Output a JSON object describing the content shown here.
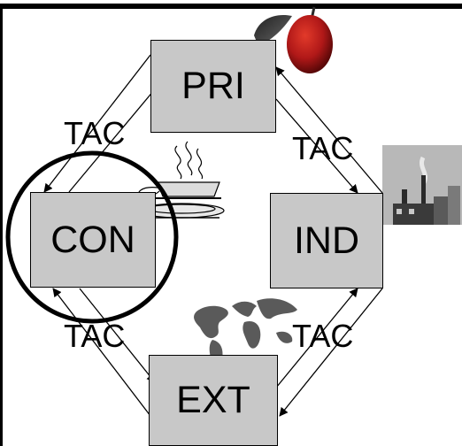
{
  "nodes": {
    "pri": "PRI",
    "con": "CON",
    "ind": "IND",
    "ext": "EXT"
  },
  "edge_labels": {
    "top_left": "TAC",
    "top_right": "TAC",
    "bottom_left": "TAC",
    "bottom_right": "TAC"
  },
  "icons": [
    "apple-icon",
    "coffee-cup-icon",
    "factory-icon",
    "world-map-icon"
  ],
  "colors": {
    "node_fill": "#c8c8c8",
    "stroke": "#000000",
    "background": "#ffffff"
  }
}
